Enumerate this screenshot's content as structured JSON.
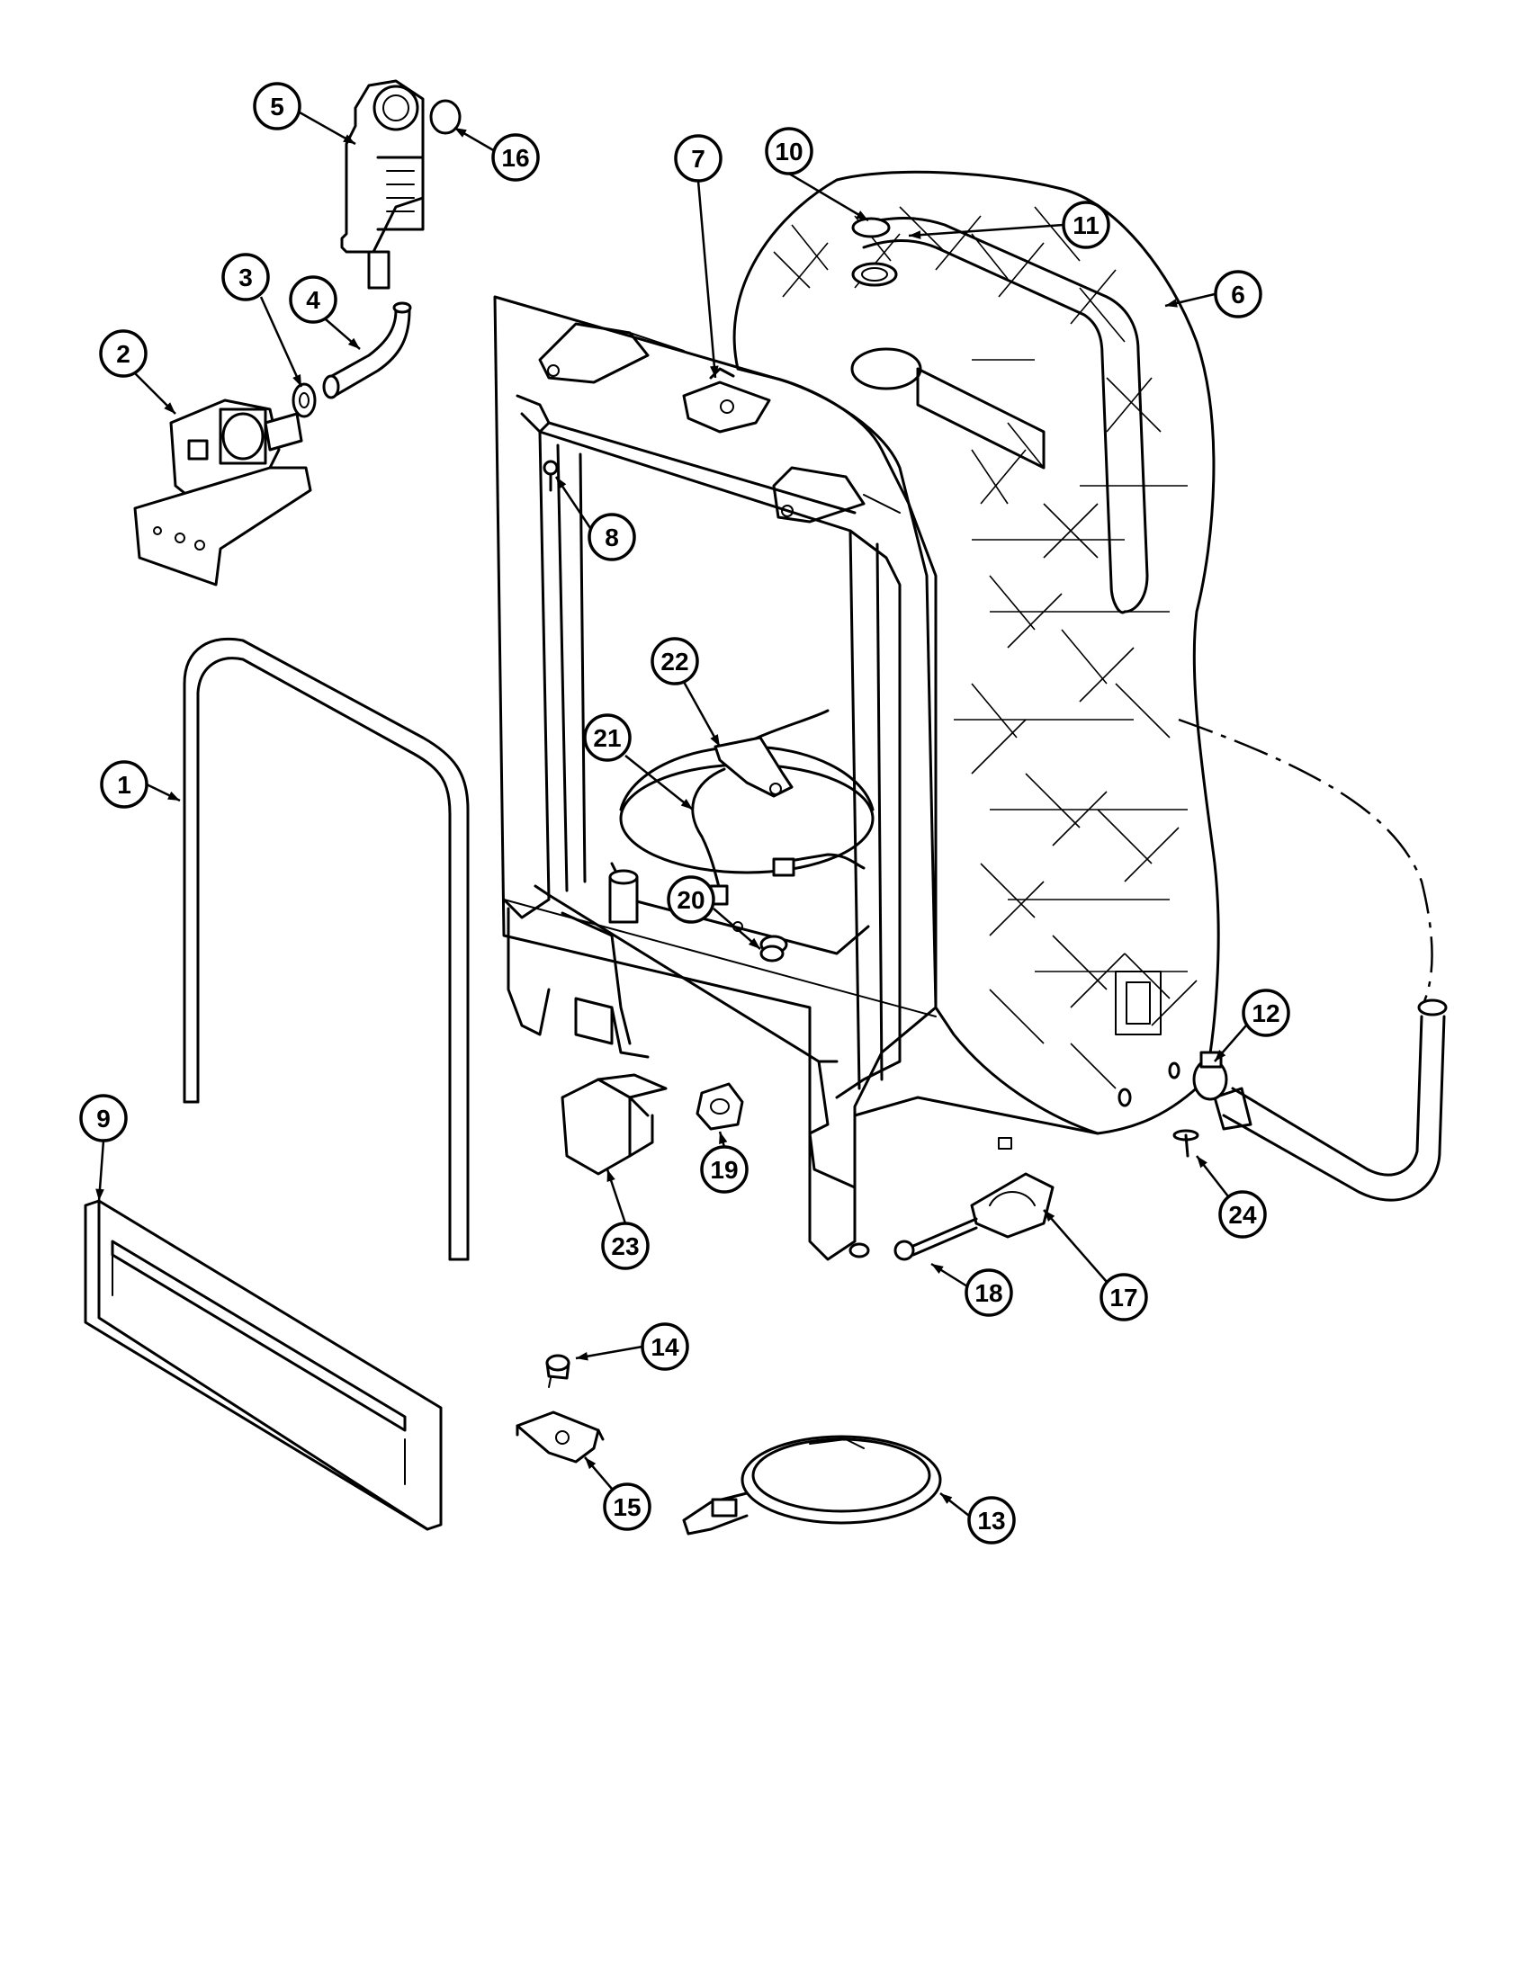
{
  "callouts": [
    {
      "id": "1",
      "label": "1"
    },
    {
      "id": "2",
      "label": "2"
    },
    {
      "id": "3",
      "label": "3"
    },
    {
      "id": "4",
      "label": "4"
    },
    {
      "id": "5",
      "label": "5"
    },
    {
      "id": "6",
      "label": "6"
    },
    {
      "id": "7",
      "label": "7"
    },
    {
      "id": "8",
      "label": "8"
    },
    {
      "id": "9",
      "label": "9"
    },
    {
      "id": "10",
      "label": "10"
    },
    {
      "id": "11",
      "label": "11"
    },
    {
      "id": "12",
      "label": "12"
    },
    {
      "id": "13",
      "label": "13"
    },
    {
      "id": "14",
      "label": "14"
    },
    {
      "id": "15",
      "label": "15"
    },
    {
      "id": "16",
      "label": "16"
    },
    {
      "id": "17",
      "label": "17"
    },
    {
      "id": "18",
      "label": "18"
    },
    {
      "id": "19",
      "label": "19"
    },
    {
      "id": "20",
      "label": "20"
    },
    {
      "id": "21",
      "label": "21"
    },
    {
      "id": "22",
      "label": "22"
    },
    {
      "id": "23",
      "label": "23"
    },
    {
      "id": "24",
      "label": "24"
    }
  ]
}
